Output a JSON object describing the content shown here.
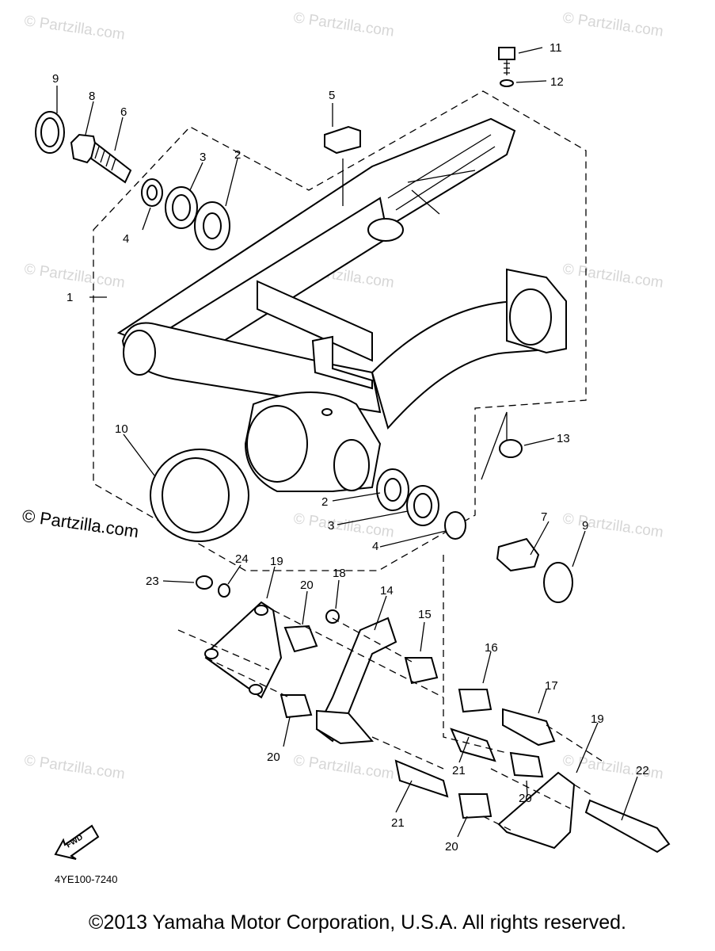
{
  "diagram": {
    "watermark": "© Partzilla.com",
    "partzilla_label": "© Partzilla.com",
    "drawing_code": "4YE100-7240",
    "fwd_label": "FWD",
    "copyright": "©2013 Yamaha Motor Corporation, U.S.A. All rights reserved.",
    "callouts": [
      "9",
      "8",
      "6",
      "3",
      "2",
      "4",
      "1",
      "5",
      "11",
      "12",
      "10",
      "13",
      "2",
      "3",
      "4",
      "7",
      "9",
      "23",
      "24",
      "19",
      "20",
      "18",
      "14",
      "15",
      "16",
      "17",
      "19",
      "22",
      "20",
      "21",
      "20",
      "21",
      "20"
    ]
  }
}
